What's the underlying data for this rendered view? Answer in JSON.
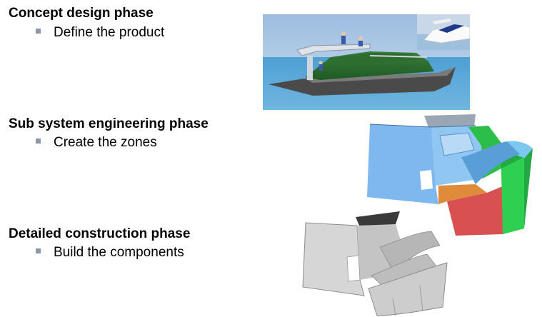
{
  "phases": [
    {
      "heading": "Concept design phase",
      "bullet": "Define the product"
    },
    {
      "heading": "Sub system engineering phase",
      "bullet": "Create the zones"
    },
    {
      "heading": "Detailed construction phase",
      "bullet": "Build the components"
    }
  ],
  "colors": {
    "bullet_marker": "#8a97a8",
    "sea": "#5aa6d6",
    "sky": "#a8c6e4",
    "zone_blue": "#7fb8ee",
    "zone_green": "#2bbf4a",
    "zone_red": "#d95050",
    "component_gray": "#c8c8c8"
  },
  "icons": {
    "bullet": "square-bullet-icon"
  }
}
